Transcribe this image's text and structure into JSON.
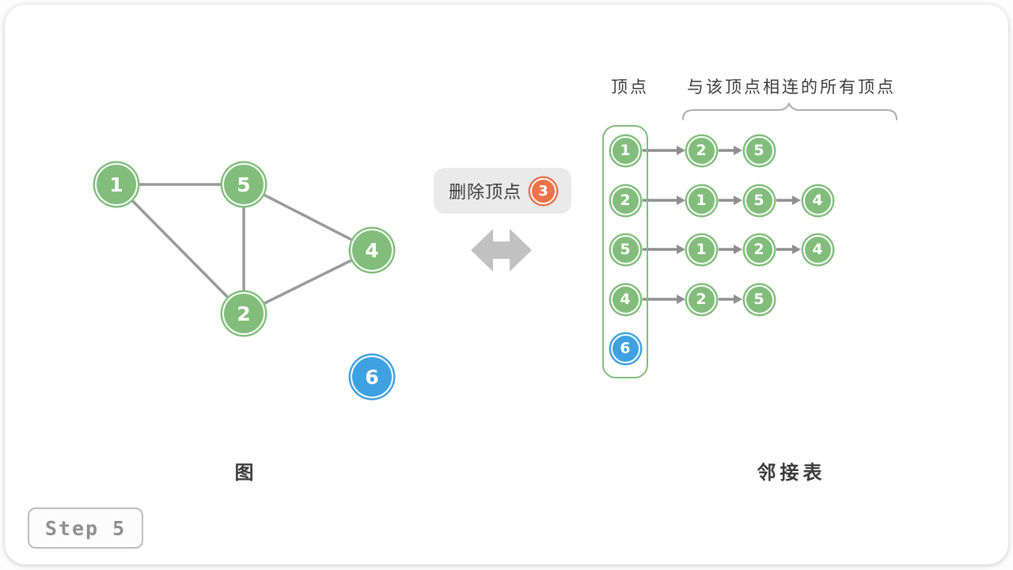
{
  "colors": {
    "node_green": "#82BD7C",
    "node_blue": "#3EA1E1",
    "node_orange": "#EF7249",
    "edge_gray": "#9A9A9A",
    "arrow_gray": "#8F8F8F",
    "swap_arrow_gray": "#C1C1C1",
    "text_dark": "#3B3B3B"
  },
  "operation": {
    "label": "删除顶点",
    "vertex": "3"
  },
  "graph": {
    "caption": "图",
    "nodes": [
      {
        "id": "1"
      },
      {
        "id": "5"
      },
      {
        "id": "4"
      },
      {
        "id": "2"
      },
      {
        "id": "6"
      }
    ],
    "edges": [
      [
        "1",
        "5"
      ],
      [
        "1",
        "2"
      ],
      [
        "5",
        "2"
      ],
      [
        "5",
        "4"
      ],
      [
        "2",
        "4"
      ]
    ]
  },
  "adjacency": {
    "caption": "邻接表",
    "header_vertex": "顶点",
    "header_neighbors": "与该顶点相连的所有顶点",
    "rows": [
      {
        "vertex": "1",
        "neighbors": [
          "2",
          "5"
        ]
      },
      {
        "vertex": "2",
        "neighbors": [
          "1",
          "5",
          "4"
        ]
      },
      {
        "vertex": "5",
        "neighbors": [
          "1",
          "2",
          "4"
        ]
      },
      {
        "vertex": "4",
        "neighbors": [
          "2",
          "5"
        ]
      },
      {
        "vertex": "6",
        "neighbors": []
      }
    ]
  },
  "step": {
    "label": "Step 5"
  }
}
